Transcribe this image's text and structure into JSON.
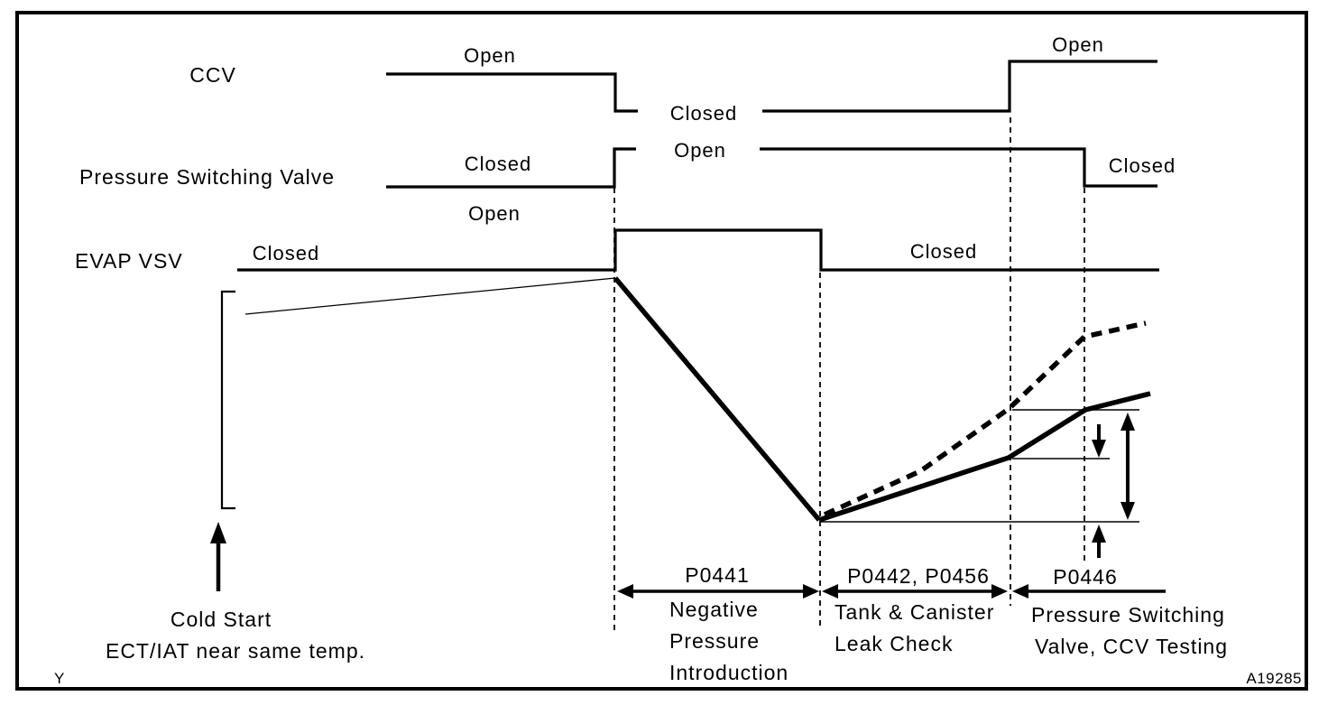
{
  "colors": {
    "ink": "#000000",
    "paper": "#ffffff"
  },
  "signals": [
    {
      "label": "CCV",
      "left_state": "Open",
      "mid_state": "Closed",
      "right_state": "Open"
    },
    {
      "label": "Pressure Switching Valve",
      "left_state": "Closed",
      "mid_state": "Open",
      "right_state": "Closed"
    },
    {
      "label": "EVAP VSV",
      "left_state": "Closed",
      "pulse_state": "Open",
      "right_state": "Closed"
    }
  ],
  "phases": [
    {
      "code": "P0441",
      "line1": "Negative",
      "line2": "Pressure",
      "line3": "Introduction"
    },
    {
      "code": "P0442, P0456",
      "line1": "Tank & Canister",
      "line2": "Leak Check"
    },
    {
      "code": "P0446",
      "line1": "Pressure Switching",
      "line2": "Valve, CCV Testing"
    }
  ],
  "cold_start": {
    "line1": "Cold Start",
    "line2": "ECT/IAT near same temp."
  },
  "footer": {
    "corner_mark": "Y",
    "figure_code": "A19285"
  }
}
